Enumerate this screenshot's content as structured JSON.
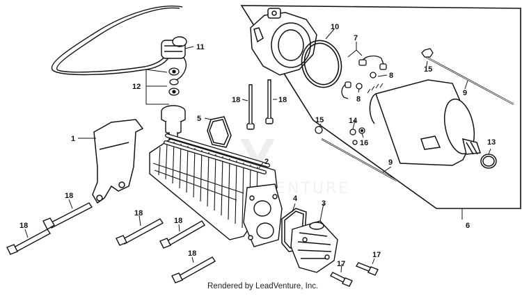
{
  "diagram": {
    "callouts": [
      {
        "id": "c1",
        "label": "1"
      },
      {
        "id": "c2",
        "label": "2"
      },
      {
        "id": "c3",
        "label": "3"
      },
      {
        "id": "c4",
        "label": "4"
      },
      {
        "id": "c5",
        "label": "5"
      },
      {
        "id": "c6",
        "label": "6"
      },
      {
        "id": "c7",
        "label": "7"
      },
      {
        "id": "c8a",
        "label": "8"
      },
      {
        "id": "c8b",
        "label": "8"
      },
      {
        "id": "c9a",
        "label": "9"
      },
      {
        "id": "c9b",
        "label": "9"
      },
      {
        "id": "c10",
        "label": "10"
      },
      {
        "id": "c11",
        "label": "11"
      },
      {
        "id": "c12",
        "label": "12"
      },
      {
        "id": "c13",
        "label": "13"
      },
      {
        "id": "c14",
        "label": "14"
      },
      {
        "id": "c15a",
        "label": "15"
      },
      {
        "id": "c15b",
        "label": "15"
      },
      {
        "id": "c16",
        "label": "16"
      },
      {
        "id": "c17a",
        "label": "17"
      },
      {
        "id": "c17b",
        "label": "17"
      },
      {
        "id": "c18a",
        "label": "18"
      },
      {
        "id": "c18b",
        "label": "18"
      },
      {
        "id": "c18c",
        "label": "18"
      },
      {
        "id": "c18d",
        "label": "18"
      },
      {
        "id": "c18e",
        "label": "18"
      },
      {
        "id": "c18f",
        "label": "18"
      },
      {
        "id": "c18g",
        "label": "18"
      }
    ],
    "watermark": "VENTURE",
    "credit": "Rendered by LeadVenture, Inc."
  }
}
